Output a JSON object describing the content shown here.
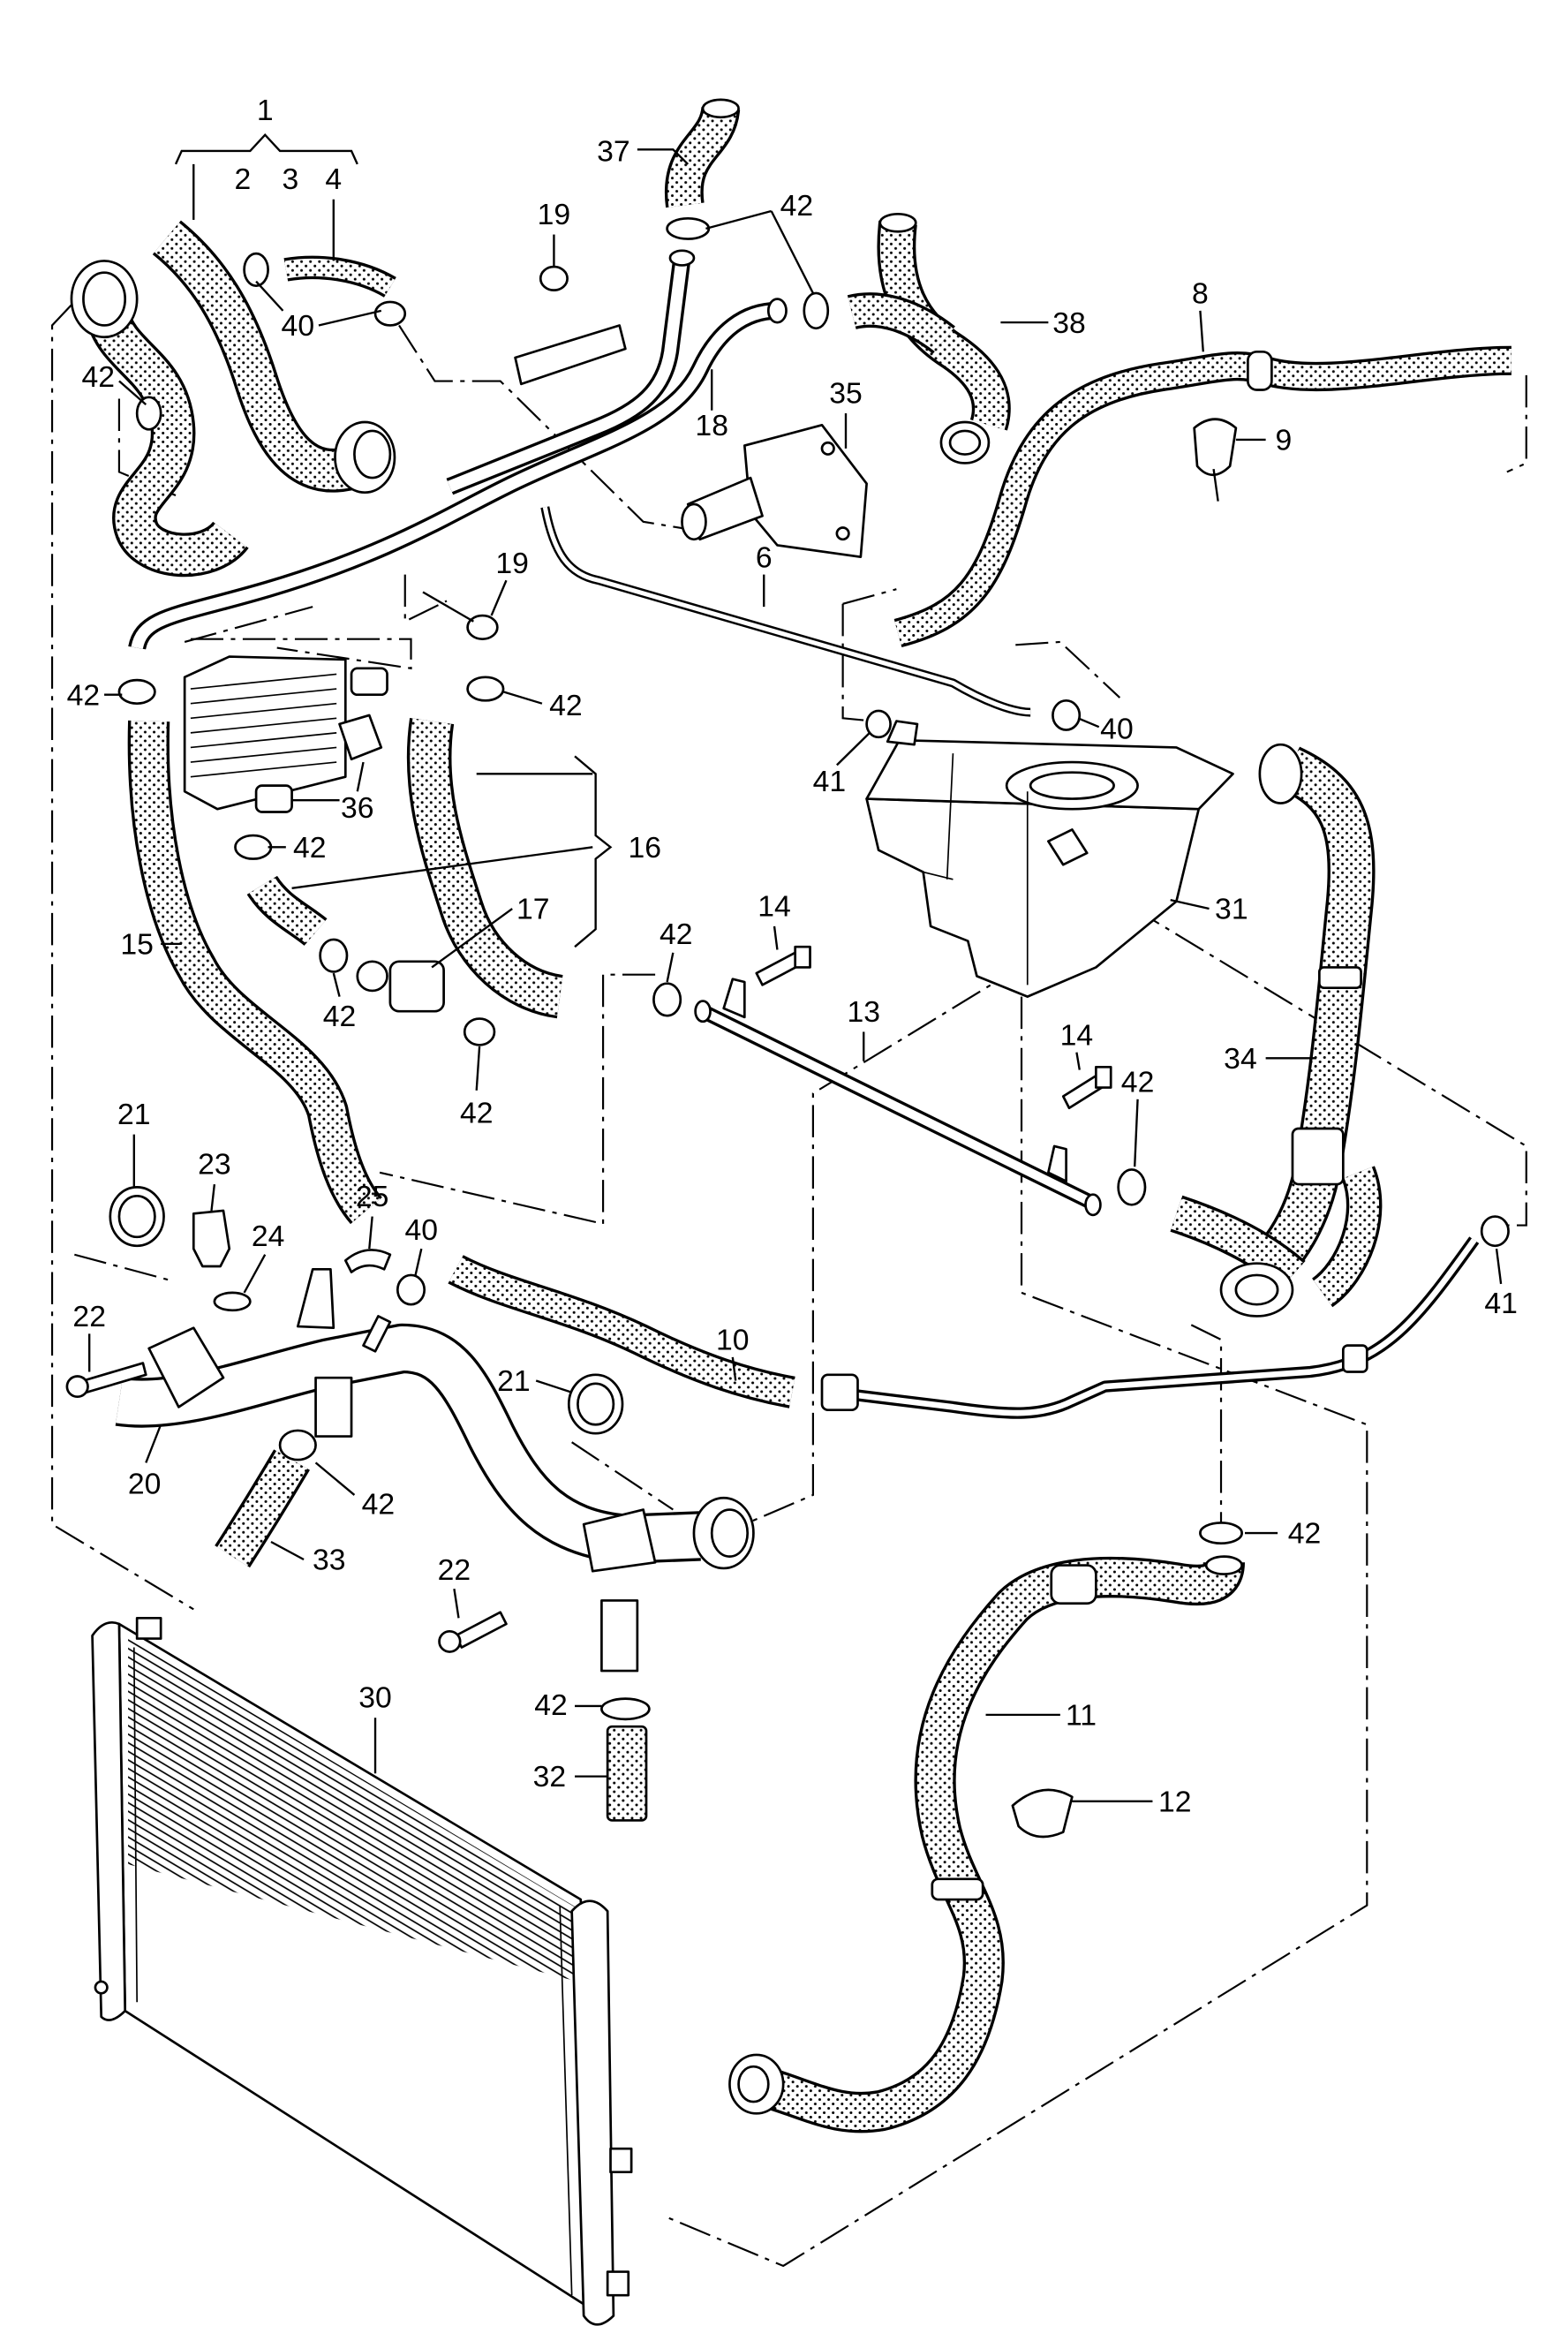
{
  "diagram": {
    "callouts": [
      "1",
      "2",
      "3",
      "4",
      "37",
      "42",
      "19",
      "38",
      "8",
      "40",
      "18",
      "35",
      "42",
      "9",
      "19",
      "6",
      "42",
      "42",
      "40",
      "41",
      "36",
      "42",
      "16",
      "31",
      "17",
      "14",
      "42",
      "15",
      "42",
      "13",
      "14",
      "42",
      "34",
      "42",
      "21",
      "23",
      "25",
      "40",
      "24",
      "22",
      "41",
      "10",
      "21",
      "20",
      "42",
      "33",
      "42",
      "22",
      "30",
      "11",
      "12",
      "42",
      "32"
    ]
  },
  "colors": {
    "ink": "#000000",
    "paper": "#ffffff"
  }
}
